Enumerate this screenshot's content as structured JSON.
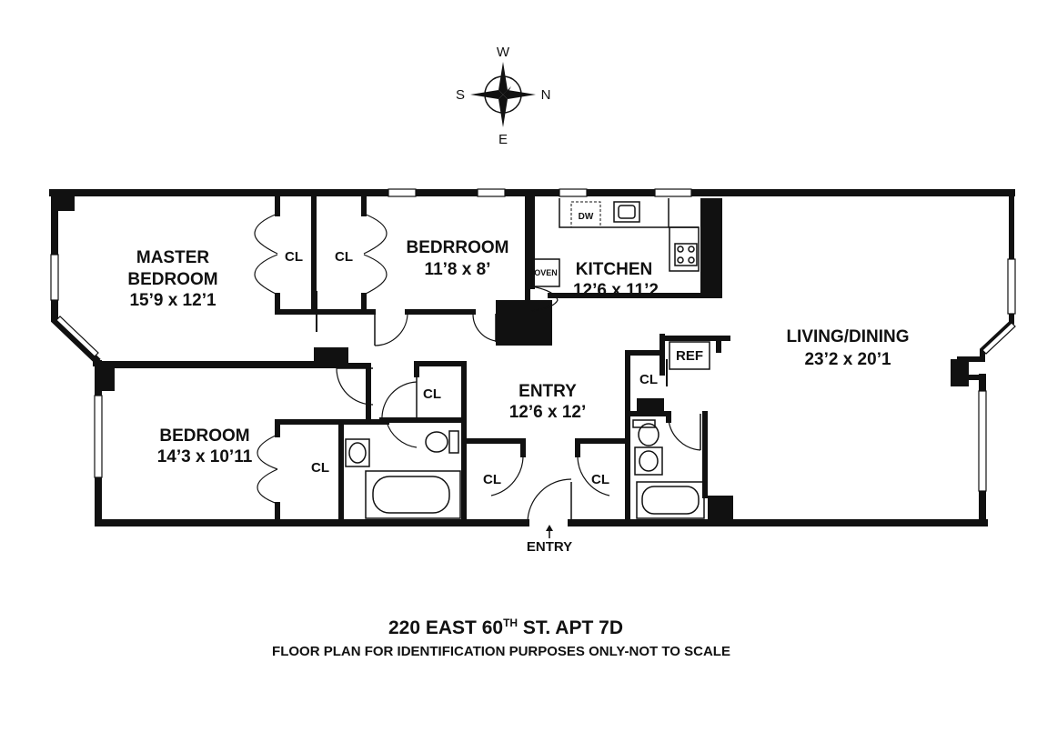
{
  "compass": {
    "north": "N",
    "south": "S",
    "east": "E",
    "west": "W"
  },
  "rooms": {
    "master_bedroom": {
      "name_line1": "MASTER",
      "name_line2": "BEDROOM",
      "size": "15’9 x 12’1"
    },
    "bedroom_top": {
      "name": "BEDRROOM",
      "size": "11’8 x 8’"
    },
    "kitchen": {
      "name": "KITCHEN",
      "size": "12’6 x 11’2"
    },
    "living_dining": {
      "name": "LIVING/DINING",
      "size": "23’2 x 20’1"
    },
    "bedroom_left": {
      "name": "BEDROOM",
      "size": "14’3 x 10’11"
    },
    "entry": {
      "name": "ENTRY",
      "size": "12’6 x 12’"
    }
  },
  "fixtures": {
    "closet": "CL",
    "dishwasher": "DW",
    "oven": "OVEN",
    "refrigerator": "REF"
  },
  "entry_marker": "ENTRY",
  "title": {
    "address": "220 EAST 60",
    "superscript": "TH",
    "rest": " ST. APT 7D"
  },
  "subtitle": "FLOOR PLAN FOR IDENTIFICATION PURPOSES ONLY-NOT TO SCALE"
}
